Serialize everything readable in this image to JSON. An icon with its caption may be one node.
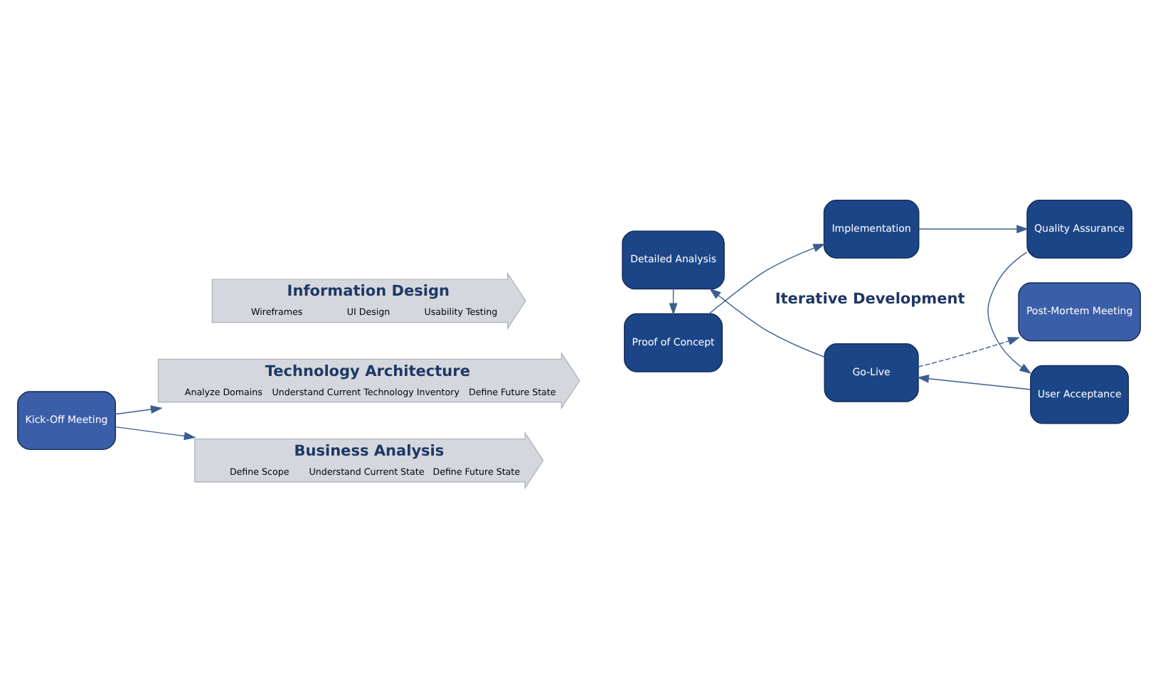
{
  "diagram": {
    "nodes": [
      {
        "text": [
          "Kick-Off Meeting"
        ]
      },
      {
        "text": [
          "Technology Architecture",
          "Analyze Domains",
          "Understand Current Technology Inventory",
          "Define Future State"
        ]
      },
      {
        "text": [
          "Information Design",
          "Wireframes",
          "UI Design",
          "Usability Testing"
        ]
      },
      {
        "text": [
          "Business Analysis",
          "Define Scope",
          "Understand Current State",
          "Define Future State"
        ]
      },
      {
        "text": [
          "Proof of Concept"
        ]
      },
      {
        "text": [
          "Implementation"
        ]
      },
      {
        "text": [
          "Quality Assurance"
        ]
      },
      {
        "text": [
          "User Acceptance"
        ]
      },
      {
        "text": [
          "Go-Live"
        ]
      },
      {
        "text": [
          "Detailed Analysis"
        ]
      },
      {
        "text": [
          "Post-Mortem Meeting"
        ]
      }
    ],
    "edges": [
      {
        "from": 0,
        "to": 1,
        "arrow": "to"
      },
      {
        "from": 0,
        "to": 3,
        "arrow": "to"
      },
      {
        "from": 4,
        "to": 5,
        "arrow": "to"
      },
      {
        "from": 5,
        "to": 6,
        "arrow": "to"
      },
      {
        "from": 6,
        "to": 7,
        "arrow": "to"
      },
      {
        "from": 7,
        "to": 8,
        "arrow": "to"
      },
      {
        "from": 8,
        "to": 9,
        "arrow": "to"
      },
      {
        "from": 9,
        "to": 4,
        "arrow": "to"
      },
      {
        "from": 8,
        "to": 10,
        "arrow": "to",
        "style": "dashed"
      }
    ],
    "labels": [
      "Iterative Development"
    ]
  }
}
